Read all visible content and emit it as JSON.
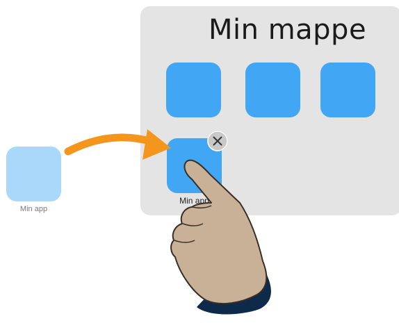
{
  "folder": {
    "title": "Min mappe",
    "apps": [
      {
        "name": "folder-app-1"
      },
      {
        "name": "folder-app-2"
      },
      {
        "name": "folder-app-3"
      }
    ],
    "moved_app_label": "Min app",
    "remove_icon": "close-icon"
  },
  "source_app": {
    "label": "Min app"
  },
  "colors": {
    "folder_background": "#e4e4e4",
    "app_tile": "#41a7f4",
    "app_tile_faded": "#a9d8fb",
    "arrow": "#f4951d",
    "hand_skin": "#c8b197",
    "sleeve": "#0e2a4a"
  },
  "icons": [
    "close-icon",
    "curved-arrow-icon",
    "pointing-hand-icon"
  ]
}
